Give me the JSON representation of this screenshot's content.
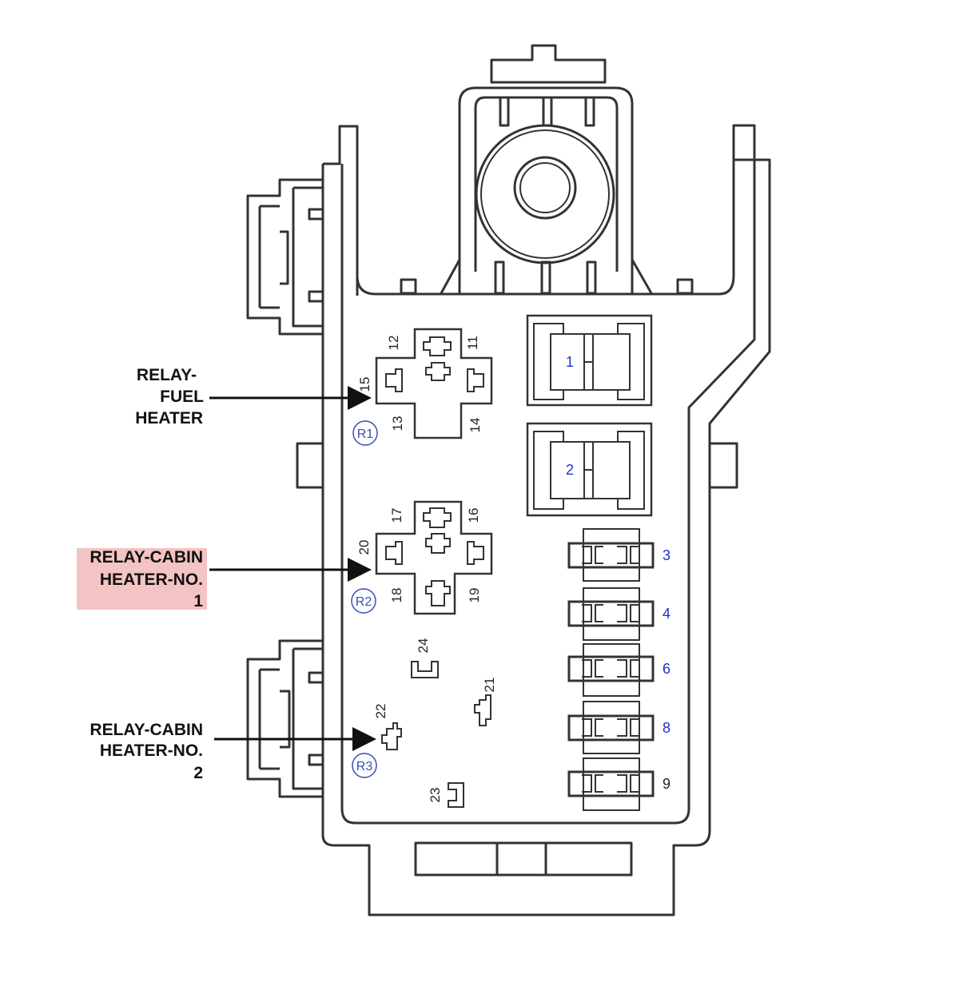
{
  "callouts": {
    "fuel_heater": [
      "RELAY-",
      "FUEL",
      "HEATER"
    ],
    "cabin_heater_1": [
      "RELAY-CABIN",
      "HEATER-NO.",
      "1"
    ],
    "cabin_heater_2": [
      "RELAY-CABIN",
      "HEATER-NO.",
      "2"
    ]
  },
  "relays": {
    "r1": {
      "id": "R1",
      "pins": [
        "12",
        "11",
        "15",
        "13",
        "14"
      ]
    },
    "r2": {
      "id": "R2",
      "pins": [
        "17",
        "16",
        "20",
        "18",
        "19"
      ]
    },
    "r3": {
      "id": "R3",
      "pins": [
        "22"
      ]
    }
  },
  "fuses": {
    "f1": "1",
    "f2": "2",
    "f3": "3",
    "f4": "4",
    "f6": "6",
    "f8": "8",
    "f9": "9"
  },
  "terminals": {
    "t21": "21",
    "t23": "23",
    "t24": "24"
  },
  "colors": {
    "highlight": "#f4c3c3",
    "fuse_number_blue": "#1f2fd0",
    "line": "#333333"
  }
}
